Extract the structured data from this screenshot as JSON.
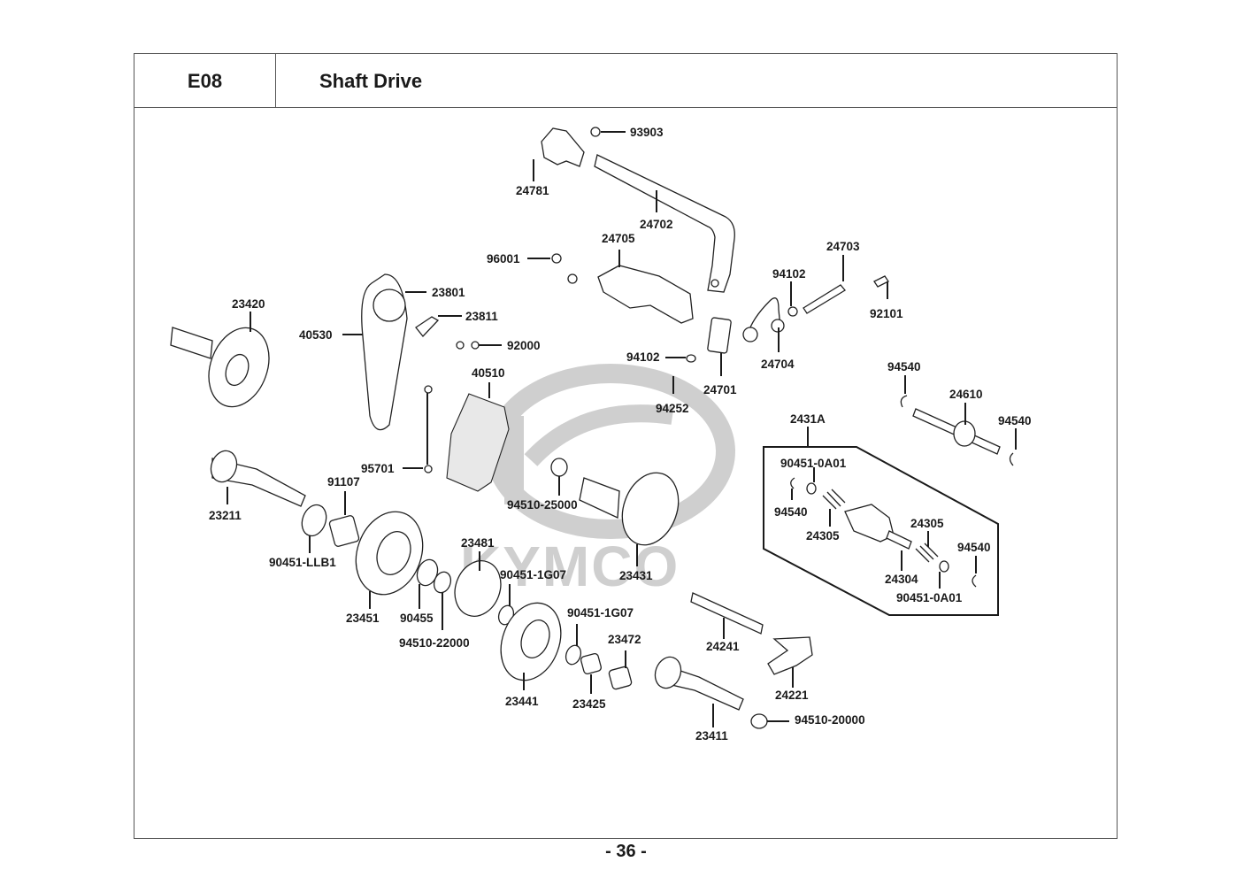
{
  "header": {
    "section_code": "E08",
    "section_title": "Shaft Drive"
  },
  "watermark": {
    "brand": "KYMCO",
    "color": "#cfcfcf"
  },
  "parts": [
    {
      "id": "p93903",
      "label": "93903"
    },
    {
      "id": "p24781",
      "label": "24781"
    },
    {
      "id": "p24702",
      "label": "24702"
    },
    {
      "id": "p24705",
      "label": "24705"
    },
    {
      "id": "p96001",
      "label": "96001"
    },
    {
      "id": "p24703",
      "label": "24703"
    },
    {
      "id": "p94102a",
      "label": "94102"
    },
    {
      "id": "p92101",
      "label": "92101"
    },
    {
      "id": "p23801",
      "label": "23801"
    },
    {
      "id": "p23811",
      "label": "23811"
    },
    {
      "id": "p23420",
      "label": "23420"
    },
    {
      "id": "p40530",
      "label": "40530"
    },
    {
      "id": "p92000",
      "label": "92000"
    },
    {
      "id": "p94102b",
      "label": "94102"
    },
    {
      "id": "p24704",
      "label": "24704"
    },
    {
      "id": "p24701",
      "label": "24701"
    },
    {
      "id": "p40510",
      "label": "40510"
    },
    {
      "id": "p94252",
      "label": "94252"
    },
    {
      "id": "p94540a",
      "label": "94540"
    },
    {
      "id": "p24610",
      "label": "24610"
    },
    {
      "id": "p94540b",
      "label": "94540"
    },
    {
      "id": "p2431A",
      "label": "2431A"
    },
    {
      "id": "p95701",
      "label": "95701"
    },
    {
      "id": "p91107",
      "label": "91107"
    },
    {
      "id": "p23211",
      "label": "23211"
    },
    {
      "id": "p94510_25000",
      "label": "94510-25000"
    },
    {
      "id": "p90451_0A01a",
      "label": "90451-0A01"
    },
    {
      "id": "p94540c",
      "label": "94540"
    },
    {
      "id": "p24305a",
      "label": "24305"
    },
    {
      "id": "p24305b",
      "label": "24305"
    },
    {
      "id": "p94540d",
      "label": "94540"
    },
    {
      "id": "p24304",
      "label": "24304"
    },
    {
      "id": "p90451_0A01b",
      "label": "90451-0A01"
    },
    {
      "id": "p90451_LLB1",
      "label": "90451-LLB1"
    },
    {
      "id": "p23481",
      "label": "23481"
    },
    {
      "id": "p90451_1G07a",
      "label": "90451-1G07"
    },
    {
      "id": "p23431",
      "label": "23431"
    },
    {
      "id": "p23451",
      "label": "23451"
    },
    {
      "id": "p90455",
      "label": "90455"
    },
    {
      "id": "p94510_22000",
      "label": "94510-22000"
    },
    {
      "id": "p90451_1G07b",
      "label": "90451-1G07"
    },
    {
      "id": "p23472",
      "label": "23472"
    },
    {
      "id": "p24241",
      "label": "24241"
    },
    {
      "id": "p24221",
      "label": "24221"
    },
    {
      "id": "p23441",
      "label": "23441"
    },
    {
      "id": "p23425",
      "label": "23425"
    },
    {
      "id": "p23411",
      "label": "23411"
    },
    {
      "id": "p94510_20000",
      "label": "94510-20000"
    }
  ],
  "footer": {
    "page_number": "- 36 -"
  }
}
